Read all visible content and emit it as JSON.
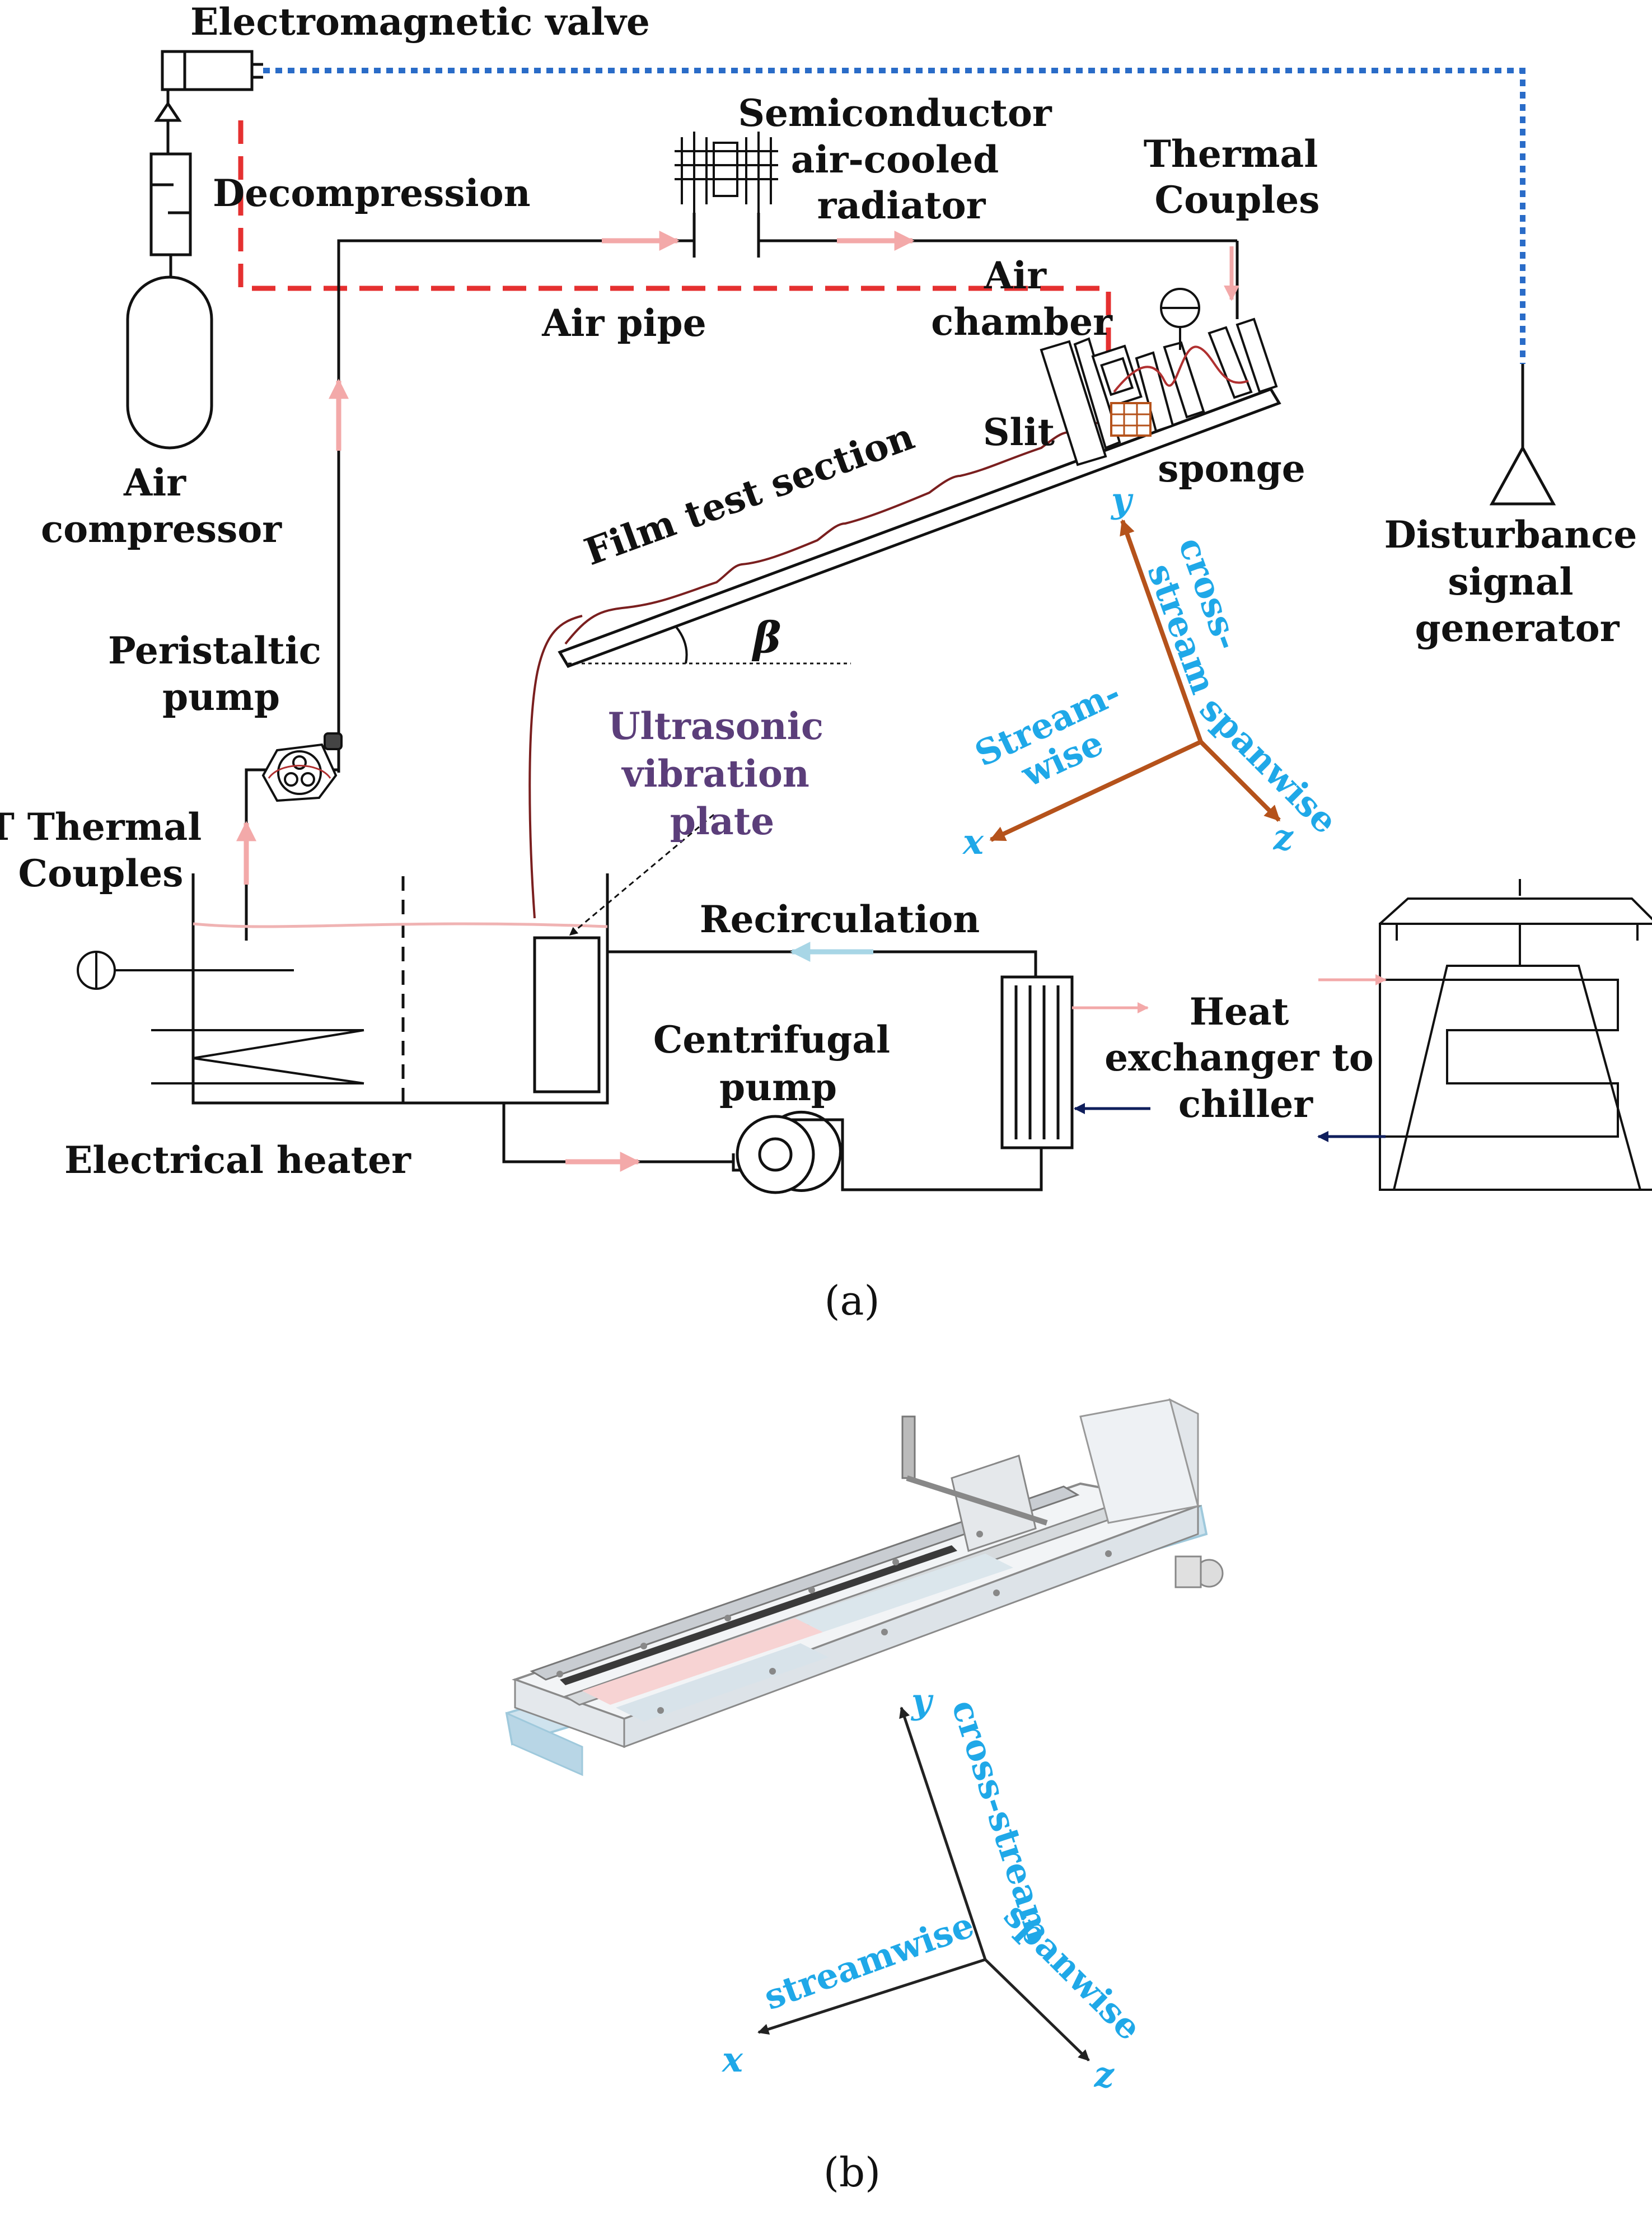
{
  "colors": {
    "text": "#111111",
    "pipe": "#111111",
    "air_flow_dashed": "#e53030",
    "signal_dotted": "#2a6cc8",
    "flow_arrow_pink": "#f3a9a9",
    "recirc_arrow": "#a8d6e6",
    "return_arrow": "#0f1e5c",
    "film_wave": "#7a1f1f",
    "axis_a": "#b5521b",
    "axis_b": "#222222",
    "axis_text": "#1fa8e8",
    "ultrasonic_text": "#5b3e7a",
    "channel_fill": "#e8eef2",
    "channel_edge": "#9fc9dc",
    "heater_band": "#f0b3b3"
  },
  "panel_a": {
    "labels": {
      "electromagnetic_valve": "Electromagnetic valve",
      "decompression": "Decompression",
      "semiconductor_1": "Semiconductor",
      "semiconductor_2": "air-cooled",
      "semiconductor_3": "radiator",
      "thermal_couples_1": "Thermal",
      "thermal_couples_2": "Couples",
      "air_pipe": "Air pipe",
      "air_chamber_1": "Air",
      "air_chamber_2": "chamber",
      "slit": "Slit",
      "sponge": "sponge",
      "film_test_section": "Film test section",
      "beta": "β",
      "air_compressor_1": "Air",
      "air_compressor_2": "compressor",
      "peristaltic_pump_1": "Peristaltic",
      "peristaltic_pump_2": "pump",
      "t_thermal_couples_1": "T Thermal",
      "t_thermal_couples_2": "Couples",
      "ultrasonic_1": "Ultrasonic",
      "ultrasonic_2": "vibration",
      "ultrasonic_3": "plate",
      "recirculation": "Recirculation",
      "centrifugal_pump_1": "Centrifugal",
      "centrifugal_pump_2": "pump",
      "heat_exchanger_1": "Heat",
      "heat_exchanger_2": "exchanger to",
      "heat_exchanger_3": "chiller",
      "electrical_heater": "Electrical heater",
      "disturbance_1": "Disturbance",
      "disturbance_2": "signal",
      "disturbance_3": "generator"
    },
    "axes": {
      "y": "y",
      "x": "x",
      "z": "z",
      "cross_stream_1": "cross-",
      "cross_stream_2": "stream",
      "streamwise_1": "Stream-",
      "streamwise_2": "wise",
      "spanwise": "spanwise"
    },
    "caption": "(a)"
  },
  "panel_b": {
    "axes": {
      "y": "y",
      "x": "x",
      "z": "z",
      "cross_stream": "cross-stream",
      "streamwise": "streamwise",
      "spanwise": "spanwise"
    },
    "caption": "(b)"
  }
}
